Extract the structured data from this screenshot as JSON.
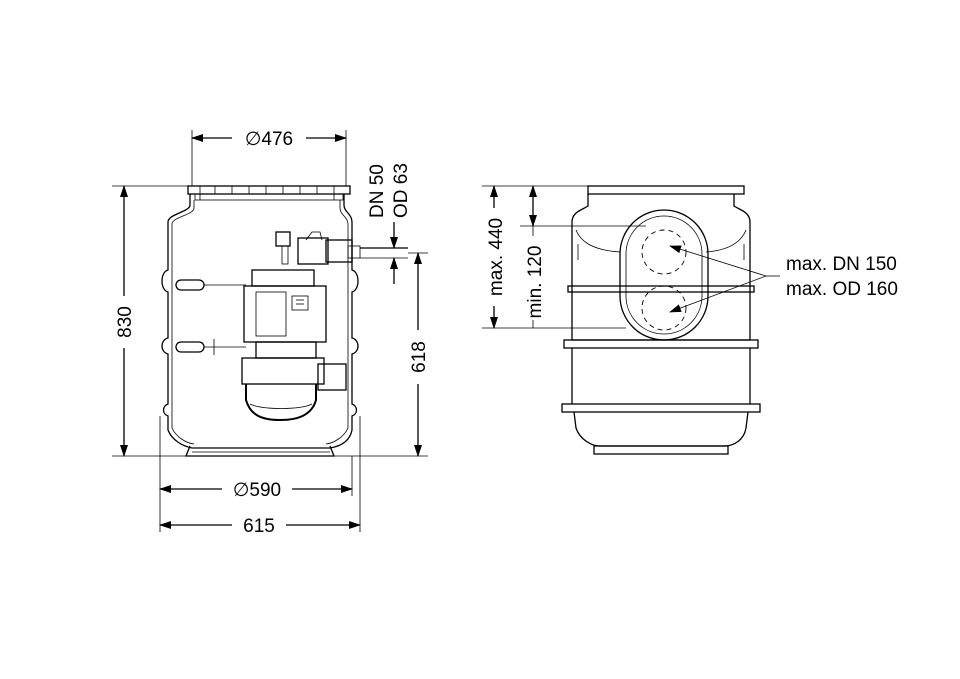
{
  "dimensions": {
    "cover_diameter": "476",
    "height_total": "830",
    "height_inlet": "618",
    "base_diameter": "590",
    "width_total": "615",
    "pipe_dn": "DN 50",
    "pipe_od": "OD 63",
    "inlet_max": "max. 440",
    "inlet_min": "min. 120"
  },
  "labels": {
    "inlet_dn": "max. DN 150",
    "inlet_od": "max. OD 160"
  },
  "symbols": {
    "diameter": "∅"
  }
}
